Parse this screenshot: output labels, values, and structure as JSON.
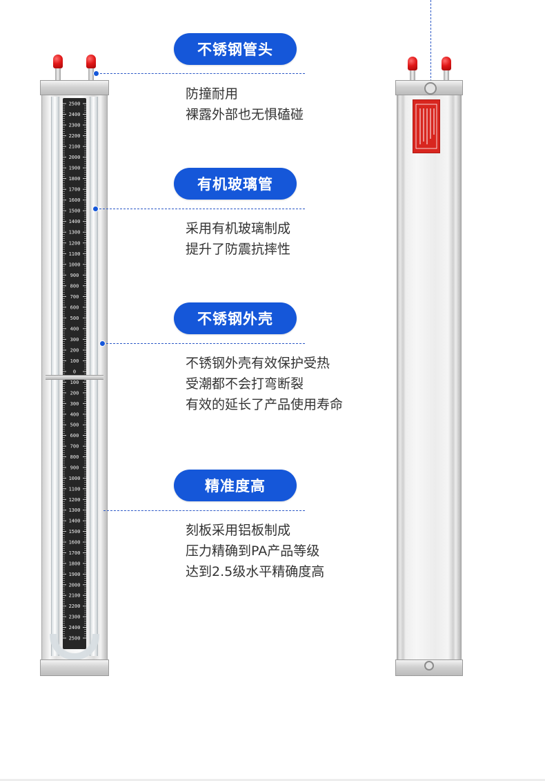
{
  "callouts": [
    {
      "title": "不锈钢管头",
      "lines": [
        "防撞耐用",
        "裸露外部也无惧磕碰"
      ]
    },
    {
      "title": "有机玻璃管",
      "lines": [
        "采用有机玻璃制成",
        "提升了防震抗摔性"
      ]
    },
    {
      "title": "不锈钢外壳",
      "lines": [
        "不锈钢外壳有效保护受热",
        "受潮都不会打弯断裂",
        "有效的延长了产品使用寿命"
      ]
    },
    {
      "title": "精准度高",
      "lines": [
        "刻板采用铝板制成",
        "压力精确到PA产品等级",
        "达到2.5级水平精确度高"
      ]
    }
  ],
  "scale": {
    "upper_labels": [
      "2500",
      "2400",
      "2300",
      "2200",
      "2100",
      "2000",
      "1900",
      "1800",
      "1700",
      "1600",
      "1500",
      "1400",
      "1300",
      "1200",
      "1100",
      "1000",
      "900",
      "800",
      "700",
      "600",
      "500",
      "400",
      "300",
      "200",
      "100",
      "0"
    ],
    "lower_labels": [
      "100",
      "200",
      "300",
      "400",
      "500",
      "600",
      "700",
      "800",
      "900",
      "1000",
      "1100",
      "1200",
      "1300",
      "1400",
      "1500",
      "1600",
      "1700",
      "1800",
      "1900",
      "2000",
      "2100",
      "2200",
      "2300",
      "2400",
      "2500"
    ]
  },
  "colors": {
    "accent": "#1557d9",
    "knob": "#e11818",
    "plate": "#d8261f"
  }
}
